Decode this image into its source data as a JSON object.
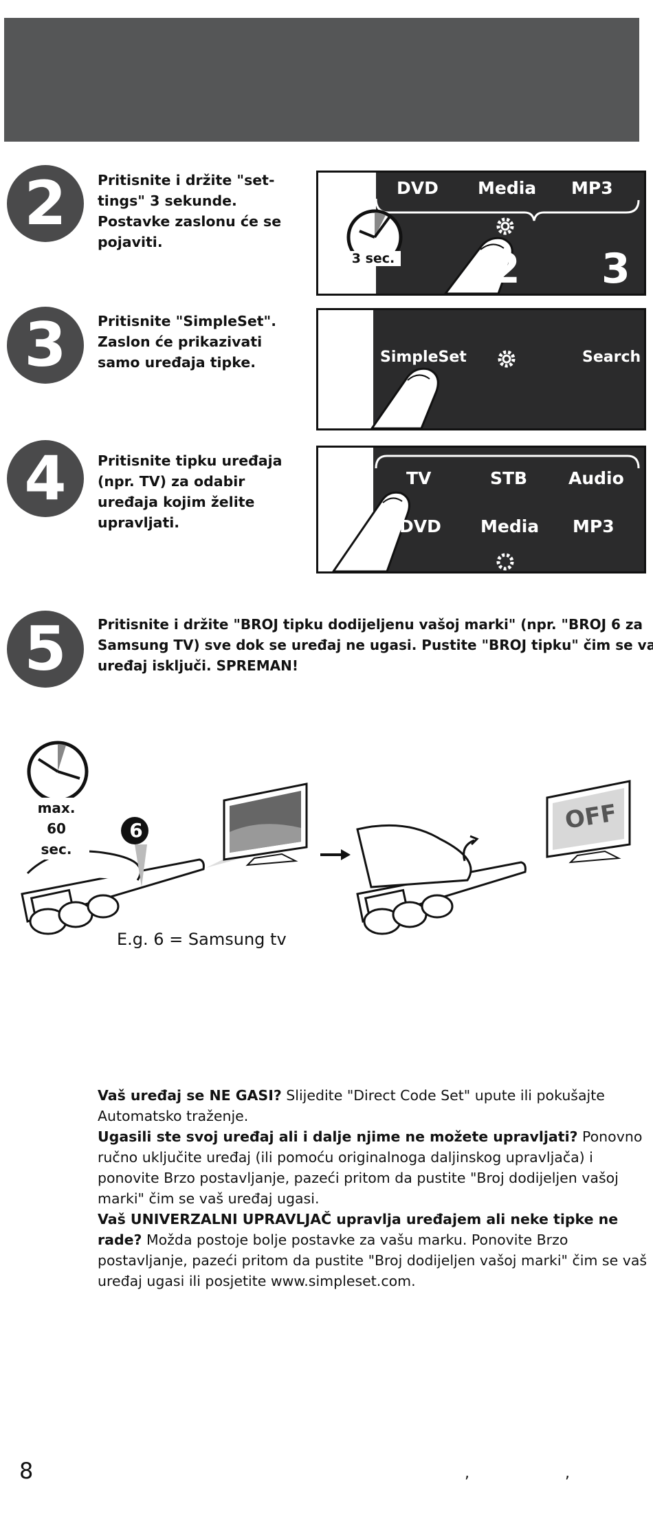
{
  "steps": [
    {
      "number": "2",
      "text": "Pritisnite i držite \"set-\ntings\" 3 sekunde.\nPostavke zaslonu će se\npojaviti."
    },
    {
      "number": "3",
      "text": "Pritisnite \"SimpleSet\".\nZaslon će prikazivati\nsamo uređaja tipke."
    },
    {
      "number": "4",
      "text": "Pritisnite tipku uređaja\n(npr. TV) za odabir\nuređaja kojim želite\nupravljati."
    },
    {
      "number": "5",
      "text": "Pritisnite i držite \"BROJ tipku dodijeljenu vašoj marki\" (npr. \"BROJ 6 za\nSamsung TV) sve dok se uređaj ne ugasi. Pustite \"BROJ tipku\" čim se vaš\nuređaj isključi. SPREMAN!"
    }
  ],
  "screen2": {
    "labels": [
      "DVD",
      "Media",
      "MP3"
    ],
    "digits": [
      "2",
      "3"
    ],
    "timer": "3 sec."
  },
  "screen3": {
    "simpleset": "SimpleSet",
    "search": "Search"
  },
  "screen4": {
    "row1": [
      "TV",
      "STB",
      "Audio"
    ],
    "row2": [
      "DVD",
      "Media",
      "MP3"
    ]
  },
  "illustration": {
    "timer": "max.\n60\nsec.",
    "key_number": "6",
    "caption": "E.g. 6 = Samsung tv",
    "tv_off_text": "OFF"
  },
  "faq": [
    {
      "question": "Vaš uređaj se NE GASI?",
      "answer": " Slijedite \"Direct Code Set\" upute ili pokušajte Automatsko traženje."
    },
    {
      "question": "Ugasili ste svoj uređaj ali i dalje njime ne možete upravljati?",
      "answer": " Ponovno ručno uključite uređaj (ili pomoću originalnoga daljinskog upravljača) i ponovite Brzo postavljanje, pazeći pritom da pustite \"Broj dodijeljen vašoj marki\" čim se vaš uređaj ugasi."
    },
    {
      "question": "Vaš UNIVERZALNI UPRAVLJAČ upravlja uređajem ali neke tipke ne rade?",
      "answer": " Možda postoje bolje postavke za vašu marku. Ponovite Brzo postavljanje, pazeći pritom da pustite \"Broj dodijeljen vašoj marki\" čim se vaš uređaj ugasi ili posjetite www.simpleset.com."
    }
  ],
  "page_number": "8",
  "footer_marks": [
    ",",
    ","
  ]
}
